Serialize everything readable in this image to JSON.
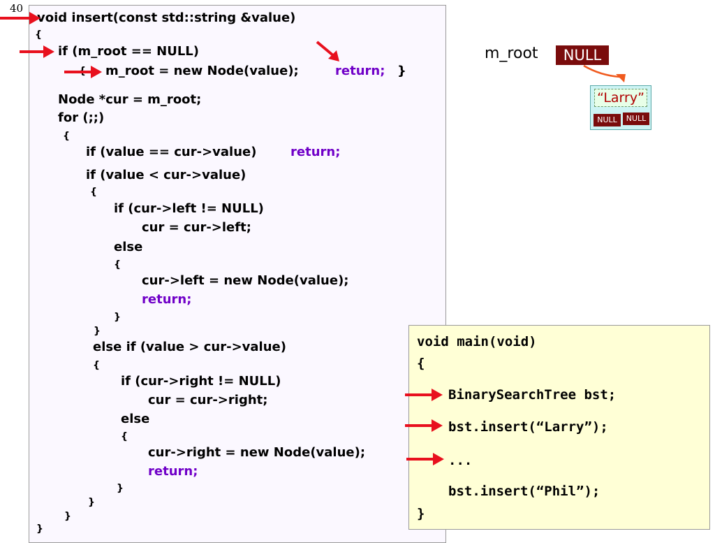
{
  "slide_number": "40",
  "code": {
    "l1": "void insert(const std::string &value)",
    "l2": "{",
    "l3": "if (m_root == NULL)",
    "l4a": "{",
    "l4b": "m_root = new Node(value);",
    "l4c": "return;",
    "l4d": "}",
    "l5": "Node *cur = m_root;",
    "l6": "for (;;)",
    "l7": "{",
    "l8a": "if (value == cur->value)",
    "l8b": "return;",
    "l9": "if (value < cur->value)",
    "l10": "{",
    "l11": "if (cur->left != NULL)",
    "l12": "cur = cur->left;",
    "l13": "else",
    "l14": "{",
    "l15": "cur->left = new Node(value);",
    "l16": "return;",
    "l17": "}",
    "l18": "}",
    "l19": "else if (value > cur->value)",
    "l20": "{",
    "l21": "if (cur->right != NULL)",
    "l22": "cur = cur->right;",
    "l23": "else",
    "l24": "{",
    "l25": "cur->right = new Node(value);",
    "l26": "return;",
    "l27": "}",
    "l28": "}",
    "l29": "}",
    "l30": "}"
  },
  "main": {
    "l1": "void main(void)",
    "l2": "{",
    "l3": "BinarySearchTree bst;",
    "l4": "bst.insert(“Larry”);",
    "l5": "...",
    "l6": "bst.insert(“Phil”);",
    "l7": "}"
  },
  "tree": {
    "root_label": "m_root",
    "root_value": "NULL",
    "node_value": "“Larry”",
    "left_value": "NULL",
    "right_value": "NULL"
  },
  "colors": {
    "arrow": "#e8101e",
    "keyword": "#7000c8",
    "null_box": "#7a0c0c",
    "node_fill": "#cdf4f4",
    "node_value_text": "#b00000",
    "pointer_arrow": "#f05a1e",
    "code_panel": "#fbf8ff",
    "main_panel": "#ffffd6"
  }
}
